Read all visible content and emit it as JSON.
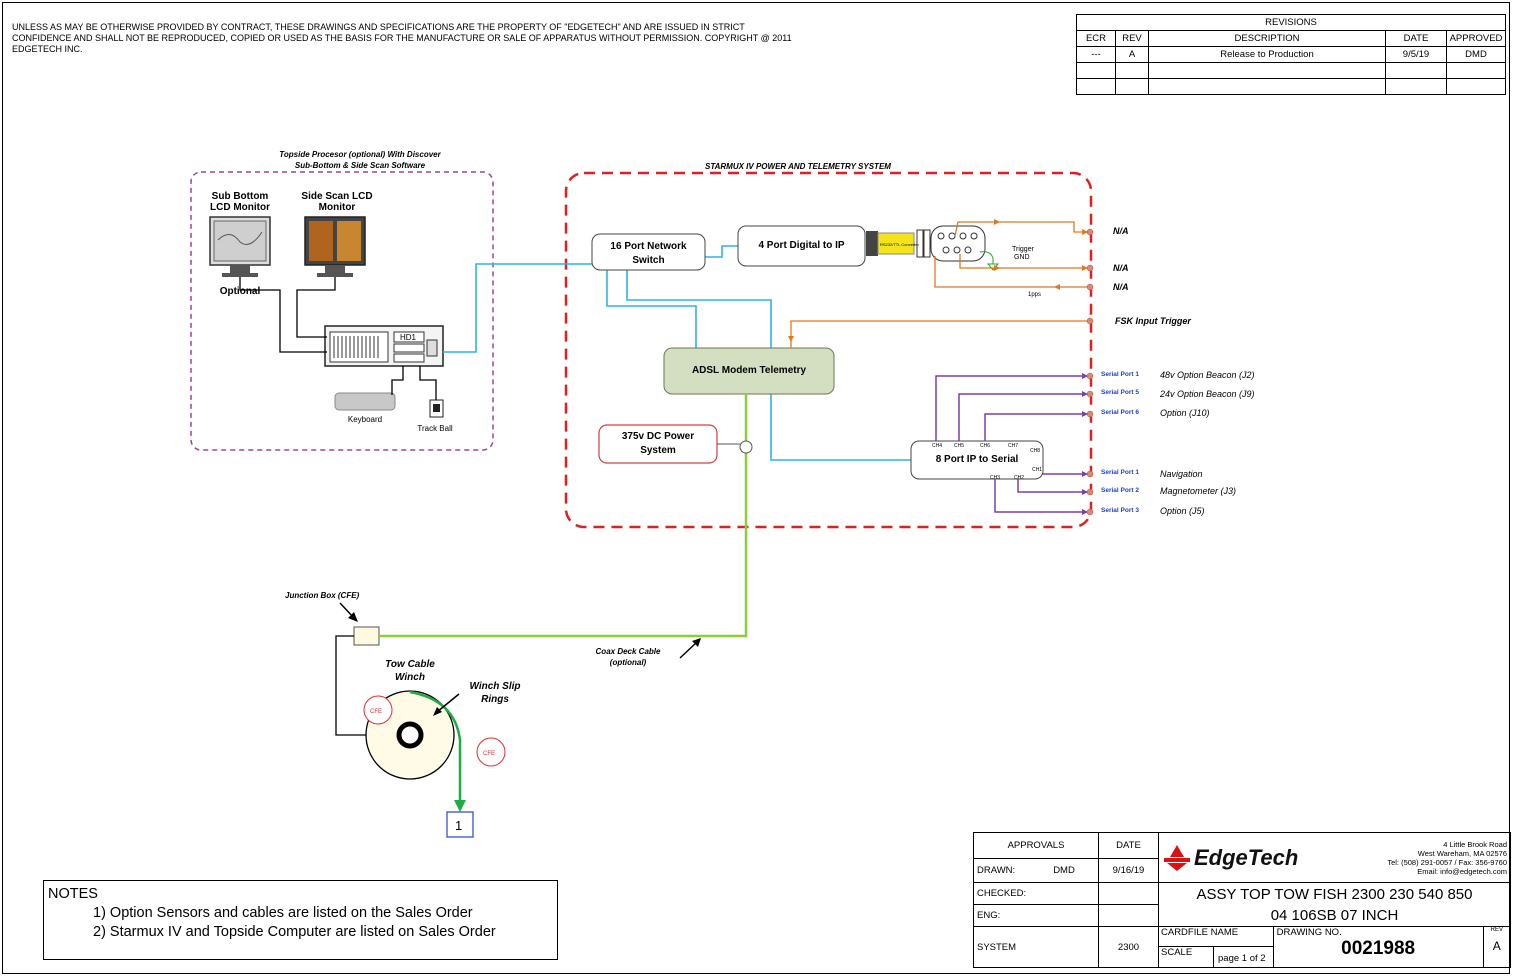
{
  "disclaimer": "UNLESS AS MAY BE OTHERWISE PROVIDED BY CONTRACT, THESE DRAWINGS AND SPECIFICATIONS ARE THE PROPERTY OF \"EDGETECH\" AND ARE ISSUED IN STRICT CONFIDENCE AND SHALL NOT BE REPRODUCED, COPIED OR USED AS THE BASIS FOR THE MANUFACTURE OR SALE OF APPARATUS WITHOUT PERMISSION.  COPYRIGHT @ 2011 EDGETECH INC.",
  "revisions": {
    "title": "REVISIONS",
    "headers": [
      "ECR",
      "REV",
      "DESCRIPTION",
      "DATE",
      "APPROVED"
    ],
    "rows": [
      [
        "---",
        "A",
        "Release to Production",
        "9/5/19",
        "DMD"
      ]
    ]
  },
  "topside": {
    "title_line1": "Topside Procesor (optional) With Discover",
    "title_line2": "Sub-Bottom & Side Scan Software",
    "monitor1_line1": "Sub Bottom",
    "monitor1_line2": "LCD Monitor",
    "monitor1_note": "Optional",
    "monitor2_line1": "Side Scan LCD",
    "monitor2_line2": "Monitor",
    "keyboard": "Keyboard",
    "trackball": "Track Ball",
    "hd1": "HD1"
  },
  "starmux": {
    "title": "STARMUX IV POWER AND TELEMETRY SYSTEM",
    "switch_line1": "16 Port Network",
    "switch_line2": "Switch",
    "digital_ip": "4 Port Digital to IP",
    "adsl": "ADSL Modem Telemetry",
    "power_line1": "375v DC Power",
    "power_line2": "System",
    "serial_box": "8 Port IP to Serial",
    "trigger_line1": "Trigger",
    "trigger_line2": "GND",
    "pps": "1pps",
    "converter": "RS232/TTL Converter",
    "ch_labels": [
      "CH4",
      "CH5",
      "CH6",
      "CH7",
      "CH8",
      "CH1",
      "CH3",
      "CH2"
    ]
  },
  "outputs": {
    "na1": "N/A",
    "na2": "N/A",
    "na3": "N/A",
    "fsk": "FSK Input Trigger",
    "serial": [
      {
        "port": "Serial Port 1",
        "label": "48v Option Beacon (J2)"
      },
      {
        "port": "Serial Port 5",
        "label": "24v Option Beacon (J9)"
      },
      {
        "port": "Serial Port 6",
        "label": "Option  (J10)"
      },
      {
        "port": "Serial Port 1",
        "label": "Navigation"
      },
      {
        "port": "Serial Port 2",
        "label": "Magnetometer (J3)"
      },
      {
        "port": "Serial Port 3",
        "label": "Option (J5)"
      }
    ]
  },
  "lower": {
    "junction": "Junction Box (CFE)",
    "winch_line1": "Tow Cable",
    "winch_line2": "Winch",
    "slip_line1": "Winch Slip",
    "slip_line2": "Rings",
    "coax_line1": "Coax Deck Cable",
    "coax_line2": "(optional)",
    "cfe": "CFE",
    "sheet_ref": "1"
  },
  "notes": {
    "title": "NOTES",
    "items": [
      "1) Option Sensors and cables are listed on the Sales Order",
      "2) Starmux IV and Topside Computer are listed on Sales Order"
    ]
  },
  "title_block": {
    "approvals": "APPROVALS",
    "date_hdr": "DATE",
    "drawn_label": "DRAWN:",
    "drawn_by": "DMD",
    "drawn_date": "9/16/19",
    "checked": "CHECKED:",
    "eng": "ENG:",
    "system_label": "SYSTEM",
    "system_val": "2300",
    "company": "EdgeTech",
    "address_line1": "4 Little Brook Road",
    "address_line2": "West Wareham, MA  02576",
    "address_line3": "Tel: (508) 291-0057 / Fax: 356-9760",
    "address_line4": "Email: info@edgetech.com",
    "title_line1": "ASSY TOP TOW FISH 2300 230 540 850",
    "title_line2": "04 106SB 07 INCH",
    "cardfile": "CARDFILE NAME",
    "drawing_no_label": "DRAWING NO.",
    "drawing_no": "0021988",
    "rev_label": "REV",
    "rev": "A",
    "scale": "SCALE",
    "page": "page 1 of 2"
  },
  "colors": {
    "ethernet": "#2fb4e6",
    "orange": "#e07820",
    "purple": "#7a3fb0",
    "green": "#8ccd3c",
    "red_dash": "#e02020",
    "topside_dash": "#a040a0"
  }
}
